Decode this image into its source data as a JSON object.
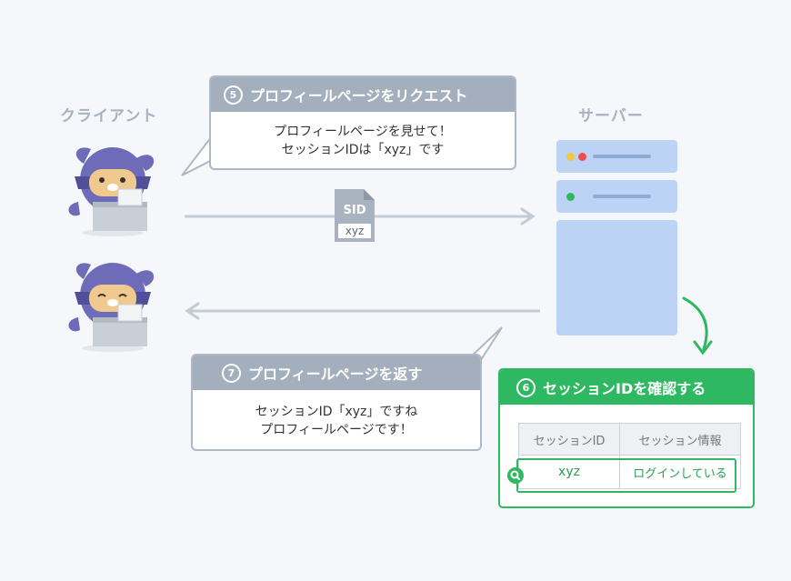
{
  "labels": {
    "client": "クライアント",
    "server": "サーバー"
  },
  "request": {
    "number": "5",
    "title": "プロフィールページをリクエスト",
    "line1": "プロフィールページを見せて！",
    "line2": "セッションIDは「xyz」です"
  },
  "response": {
    "number": "7",
    "title": "プロフィールページを返す",
    "line1": "セッションID「xyz」ですね",
    "line2": "プロフィールページです！"
  },
  "session_file": {
    "label": "SID",
    "value": "xyz"
  },
  "check": {
    "number": "6",
    "title": "セッションIDを確認する",
    "headers": [
      "セッションID",
      "セッション情報"
    ],
    "row": [
      "xyz",
      "ログインしている"
    ]
  },
  "colors": {
    "gray_header": "#a3afbc",
    "green": "#2fb862",
    "server": "#bcd3f5",
    "ninja": "#6e6bb8",
    "arrow": "#c2ccd7"
  },
  "icons": [
    "ninja-client-icon",
    "server-icon",
    "document-icon",
    "search-icon",
    "arrow-right-icon",
    "arrow-left-icon",
    "curved-arrow-icon"
  ]
}
